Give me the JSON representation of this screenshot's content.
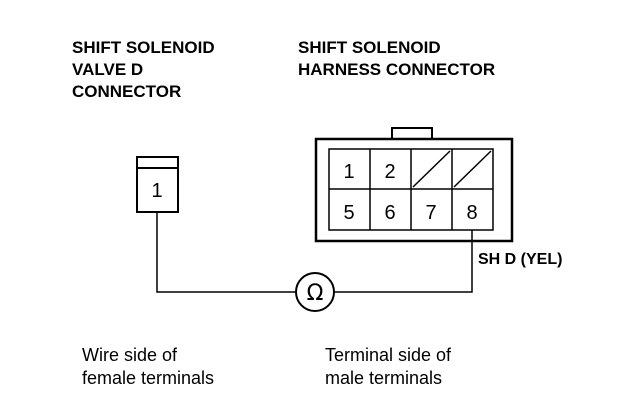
{
  "headings": {
    "left": [
      "SHIFT SOLENOID",
      "VALVE D",
      "CONNECTOR"
    ],
    "right": [
      "SHIFT SOLENOID",
      "HARNESS CONNECTOR"
    ]
  },
  "female_connector": {
    "pin": "1"
  },
  "harness_connector": {
    "top_row": [
      "1",
      "2",
      "",
      ""
    ],
    "bottom_row": [
      "5",
      "6",
      "7",
      "8"
    ]
  },
  "wire_label": "SH D (YEL)",
  "meter_symbol": "Ω",
  "captions": {
    "left": [
      "Wire side of",
      "female terminals"
    ],
    "right": [
      "Terminal side of",
      "male terminals"
    ]
  }
}
